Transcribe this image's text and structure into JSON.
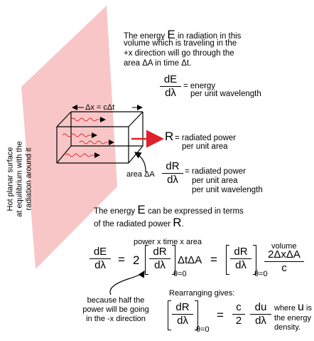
{
  "side_label": {
    "line1": "Hot planar surface",
    "line2": "at equilibrium with the",
    "line3": "radiation around it"
  },
  "intro": {
    "line1_pre": "The energy",
    "symbol_E": "E",
    "line1_post": "in radiation in this",
    "line2": "volume which is traveling in the",
    "line3": "+x direction will go through the",
    "line4": "area ΔA in time Δt."
  },
  "dEdl": {
    "num": "dE",
    "den": "dλ",
    "desc1": "= energy",
    "desc2": "per unit wavelength"
  },
  "box_label": "Δx = cΔt",
  "R_label": {
    "symbol": "R",
    "desc1": "= radiated power",
    "desc2": "per unit area"
  },
  "area_label": "area ΔA",
  "dRdl": {
    "num": "dR",
    "den": "dλ",
    "desc1": "= radiated power",
    "desc2": "per unit area",
    "desc3": "per unit wavelength"
  },
  "express": {
    "line1_pre": "The energy",
    "symbol_E": "E",
    "line1_post": "can be expressed in terms",
    "line2_pre": "of the radiated power",
    "symbol_R": "R",
    "line2_post": "."
  },
  "equation": {
    "annot_power": "power x time x area",
    "annot_volume": "volume",
    "lhs_num": "dE",
    "lhs_den": "dλ",
    "eq1": "=",
    "factor": "2",
    "b1_num": "dR",
    "b1_den": "dλ",
    "b1_sub": "θ=0",
    "mult": "ΔtΔA",
    "eq2": "=",
    "b2_num": "dR",
    "b2_den": "dλ",
    "b2_sub": "θ=0",
    "frac_num": "2ΔxΔA",
    "frac_den": "c"
  },
  "note_half": {
    "line1": "because half the",
    "line2": "power will be going",
    "line3": "in the -x direction"
  },
  "rearrange": {
    "label": "Rearranging gives:",
    "b_num": "dR",
    "b_den": "dλ",
    "b_sub": "θ=0",
    "eq": "=",
    "c_num": "c",
    "c_den": "2",
    "du_num": "du",
    "du_den": "dλ"
  },
  "where_u": {
    "line1_pre": "where",
    "symbol": "u",
    "line1_post": "is",
    "line2": "the energy",
    "line3": "density."
  },
  "colors": {
    "plane": "#f8c6c6",
    "arrow": "#e0202a",
    "wave": "#d8343c"
  }
}
